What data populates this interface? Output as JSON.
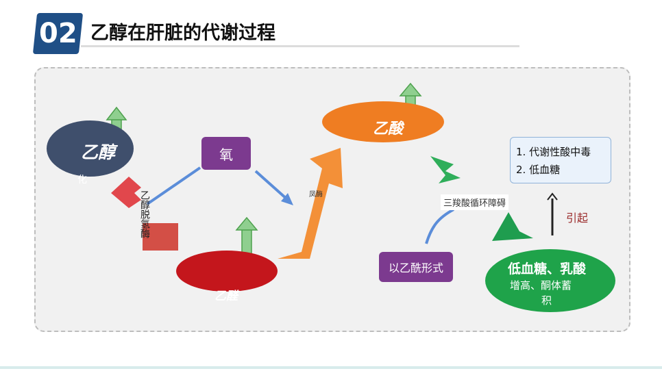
{
  "header": {
    "badge": "02",
    "title": "乙醇在肝脏的代谢过程"
  },
  "nodes": {
    "ethanol": "乙醇",
    "ethanol_sub": "化",
    "enzyme_adh": "乙醇脱氢酶",
    "oxygen": "氧",
    "acetaldehyde": "乙醛",
    "aldh_fragment": "凤酶",
    "acetic_acid": "乙酸",
    "tca_block": "三羧酸循环障碍",
    "acetyl_form": "以乙酰形式",
    "result_line1": "低血糖、乳酸",
    "result_line2": "增高、酮体蓄",
    "result_line3": "积",
    "cause_label": "引起"
  },
  "outcome_box": {
    "item1": "1. 代谢性酸中毒",
    "item2": "2. 低血糖"
  },
  "colors": {
    "badge": "#1f4f86",
    "ethanol": "#3f4f6c",
    "oxygen_box": "#7c3a8f",
    "acetaldehyde": "#c4161c",
    "acetic_acid": "#ef7d22",
    "result": "#1fa34a",
    "cause_text": "#9b2b2b"
  }
}
